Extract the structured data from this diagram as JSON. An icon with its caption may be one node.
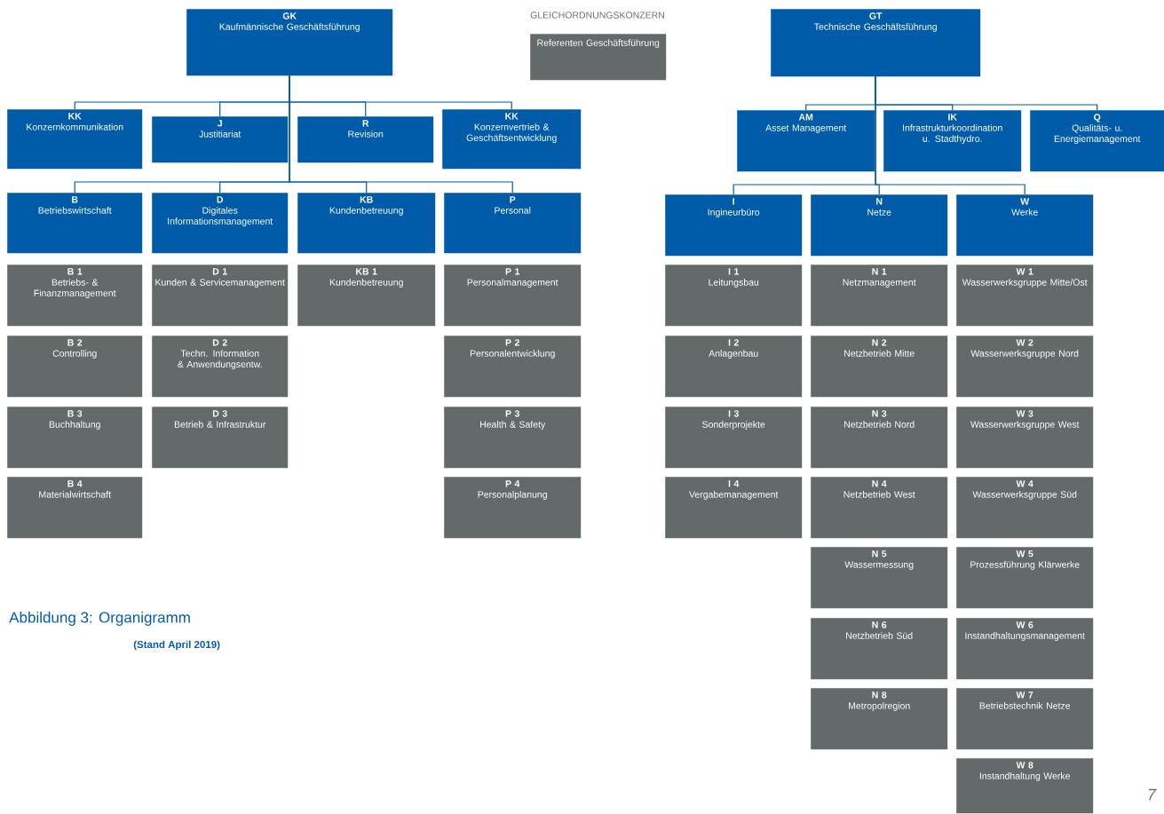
{
  "diagram": {
    "title": "GLEICHORDNUNGSKONZERN",
    "caption": "Abbildung 3: Organigramm",
    "nodes": [
      {
        "text": [
          "GK",
          "Kaufmännische Geschäftsführung"
        ]
      },
      {
        "text": [
          "Referenten Geschäftsführung"
        ]
      },
      {
        "text": [
          "GT",
          "Technische Geschäftsführung"
        ]
      },
      {
        "text": [
          "KK",
          "Konzernkommunikation"
        ]
      },
      {
        "text": [
          "J",
          "Justitiariat"
        ]
      },
      {
        "text": [
          "R",
          "Revision"
        ]
      },
      {
        "text": [
          "KK",
          "Konzernvertrieb & Geschäftsentwicklung"
        ]
      },
      {
        "text": [
          "AM",
          "Asset Management"
        ]
      },
      {
        "text": [
          "IK",
          "Infrastrukturkoordination u. Stadthydro."
        ]
      },
      {
        "text": [
          "Q",
          "Qualitäts- u. Energiemanagement"
        ]
      },
      {
        "text": [
          "B",
          "Betriebswirtschaft"
        ]
      },
      {
        "text": [
          "D",
          "Digitales Informationsmanagement"
        ]
      },
      {
        "text": [
          "KB",
          "Kundenbetreuung"
        ]
      },
      {
        "text": [
          "P",
          "Personal"
        ]
      },
      {
        "text": [
          "I",
          "Ingineurbüro"
        ]
      },
      {
        "text": [
          "N",
          "Netze"
        ]
      },
      {
        "text": [
          "W",
          "Werke"
        ]
      },
      {
        "text": [
          "B 1",
          "Betriebs- & Finanzmanagement"
        ]
      },
      {
        "text": [
          "B 2",
          "Controlling"
        ]
      },
      {
        "text": [
          "B 3",
          "Buchhaltung"
        ]
      },
      {
        "text": [
          "B 4",
          "Materialwirtschaft"
        ]
      },
      {
        "text": [
          "D 1",
          "Kunden & Servicemanagement"
        ]
      },
      {
        "text": [
          "D 2",
          "Techn. Information & Anwendungsentw."
        ]
      },
      {
        "text": [
          "D 3",
          "Betrieb & Infrastruktur"
        ]
      },
      {
        "text": [
          "KB 1",
          "Kundenbetreuung"
        ]
      },
      {
        "text": [
          "P 1",
          "Personalmanagement"
        ]
      },
      {
        "text": [
          "P 2",
          "Personalentwicklung"
        ]
      },
      {
        "text": [
          "P 3",
          "Health & Safety"
        ]
      },
      {
        "text": [
          "P 4",
          "Personalplanung"
        ]
      },
      {
        "text": [
          "I 1",
          "Leitungsbau"
        ]
      },
      {
        "text": [
          "I 2",
          "Anlagenbau"
        ]
      },
      {
        "text": [
          "I 3",
          "Sonderprojekte"
        ]
      },
      {
        "text": [
          "I 4",
          "Vergabemanagement"
        ]
      },
      {
        "text": [
          "N 1",
          "Netzmanagement"
        ]
      },
      {
        "text": [
          "N 2",
          "Netzbetrieb Mitte"
        ]
      },
      {
        "text": [
          "N 3",
          "Netzbetrieb Nord"
        ]
      },
      {
        "text": [
          "N 4",
          "Netzbetrieb West"
        ]
      },
      {
        "text": [
          "N 5",
          "Wassermessung"
        ]
      },
      {
        "text": [
          "N 6",
          "Netzbetrieb Süd"
        ]
      },
      {
        "text": [
          "N 8",
          "Metropolregion"
        ]
      },
      {
        "text": [
          "W 1",
          "Wasserwerksgruppe Mitte/Ost"
        ]
      },
      {
        "text": [
          "W 2",
          "Wasserwerksgruppe Nord"
        ]
      },
      {
        "text": [
          "W 3",
          "Wasserwerksgruppe West"
        ]
      },
      {
        "text": [
          "W 4",
          "Wasserwerksgruppe Süd"
        ]
      },
      {
        "text": [
          "W 5",
          "Prozessführung Klärwerke"
        ]
      },
      {
        "text": [
          "W 6",
          "Instandhaltungsmanagement"
        ]
      },
      {
        "text": [
          "W 7",
          "Betriebstechnik Netze"
        ]
      },
      {
        "text": [
          "W 8",
          "Instandhaltung Werke"
        ]
      }
    ],
    "edges": [
      {
        "from": 0,
        "to": 3,
        "arrow": "none"
      },
      {
        "from": 0,
        "to": 4,
        "arrow": "none"
      },
      {
        "from": 0,
        "to": 5,
        "arrow": "none"
      },
      {
        "from": 0,
        "to": 6,
        "arrow": "none"
      },
      {
        "from": 0,
        "to": 10,
        "arrow": "none"
      },
      {
        "from": 0,
        "to": 11,
        "arrow": "none"
      },
      {
        "from": 0,
        "to": 12,
        "arrow": "none"
      },
      {
        "from": 0,
        "to": 13,
        "arrow": "none"
      },
      {
        "from": 2,
        "to": 7,
        "arrow": "none"
      },
      {
        "from": 2,
        "to": 8,
        "arrow": "none"
      },
      {
        "from": 2,
        "to": 9,
        "arrow": "none"
      },
      {
        "from": 2,
        "to": 14,
        "arrow": "none"
      },
      {
        "from": 2,
        "to": 15,
        "arrow": "none"
      },
      {
        "from": 2,
        "to": 16,
        "arrow": "none"
      }
    ],
    "labels": [
      "(Stand April 2019)",
      "7"
    ]
  }
}
